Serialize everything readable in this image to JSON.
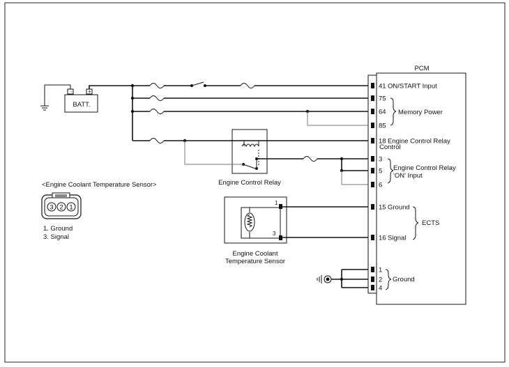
{
  "battery": {
    "label": "BATT."
  },
  "pcm": {
    "title": "PCM",
    "pins": [
      {
        "num": "41",
        "text": "ON/START Input"
      },
      {
        "num": "75",
        "text": ""
      },
      {
        "num": "64",
        "text": ""
      },
      {
        "num": "85",
        "text": ""
      },
      {
        "num": "18",
        "text": "Engine Control Relay"
      },
      {
        "num": "3",
        "text": ""
      },
      {
        "num": "5",
        "text": ""
      },
      {
        "num": "6",
        "text": ""
      },
      {
        "num": "15",
        "text": "Ground"
      },
      {
        "num": "16",
        "text": "Signal"
      },
      {
        "num": "1",
        "text": ""
      },
      {
        "num": "2",
        "text": ""
      },
      {
        "num": "4",
        "text": ""
      }
    ],
    "pin18_line2": "Control",
    "groups": {
      "memory_power": "Memory Power",
      "relay_on_input_1": "Engine Control Relay",
      "relay_on_input_2": "'ON' Input",
      "ects": "ECTS",
      "ground": "Ground"
    }
  },
  "relay": {
    "label": "Engine Control Relay"
  },
  "sensor": {
    "label_line1": "Engine Coolant",
    "label_line2": "Temperature Sensor",
    "pin_top": "1",
    "pin_bottom": "3"
  },
  "connector": {
    "title": "<Engine Coolant Temperature Sensor>",
    "pins": [
      "3",
      "2",
      "1"
    ],
    "legend": [
      "1. Ground",
      "3. Signal"
    ]
  }
}
